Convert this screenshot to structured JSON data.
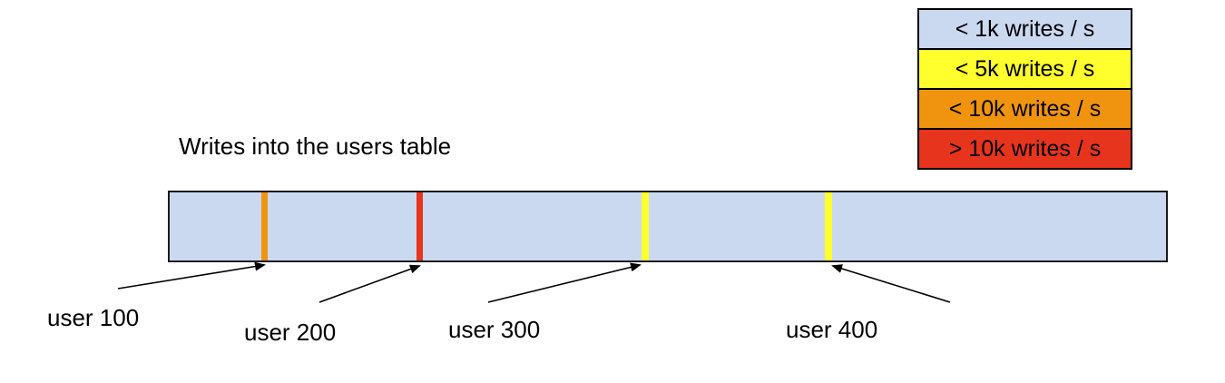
{
  "title": "Writes into the users table",
  "legend": {
    "items": [
      {
        "label": "< 1k writes / s",
        "color": "#cbd9f0"
      },
      {
        "label": "< 5k writes / s",
        "color": "#ffff2e"
      },
      {
        "label": "< 10k writes / s",
        "color": "#f0940f"
      },
      {
        "label": "> 10k writes / s",
        "color": "#e7341d"
      }
    ]
  },
  "table_bar": {
    "fill": "#cbd9f0",
    "border_color": "#000000",
    "markers": [
      {
        "user": "user 100",
        "color": "#f0940f",
        "rate_category": "< 10k writes / s"
      },
      {
        "user": "user 200",
        "color": "#e7341d",
        "rate_category": "> 10k writes / s"
      },
      {
        "user": "user 300",
        "color": "#ffff2e",
        "rate_category": "< 5k writes / s"
      },
      {
        "user": "user 400",
        "color": "#ffff2e",
        "rate_category": "< 5k writes / s"
      }
    ]
  }
}
